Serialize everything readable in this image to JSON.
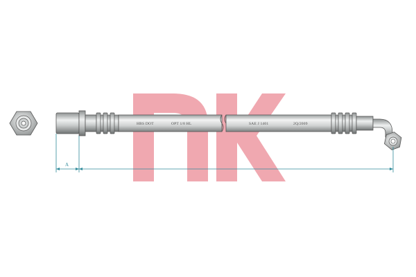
{
  "hose_markings": {
    "marking_1": "HBS DOT",
    "marking_2": "OPT 1/8 HL",
    "marking_3": "SAE J 1401",
    "marking_4": "2Q/2009"
  },
  "dimension": {
    "label": "A"
  },
  "logo": {
    "text": "nk",
    "color": "#f0a8b0"
  },
  "colors": {
    "dimension_line": "#2f8a9a",
    "hose": "#d4d6d6",
    "outline": "#555555"
  }
}
